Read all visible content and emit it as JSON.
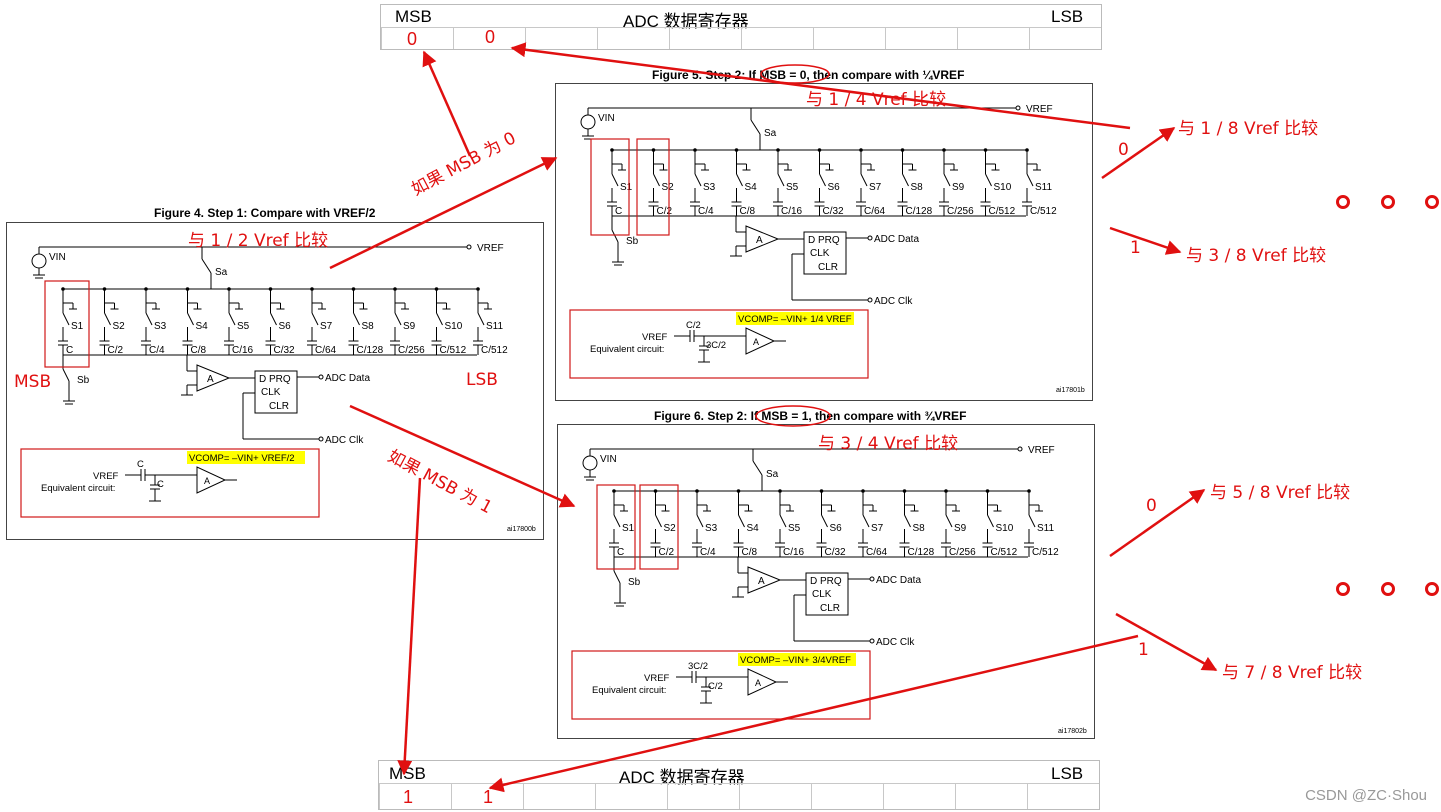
{
  "register_top": {
    "msb": "MSB",
    "title": "ADC 数据寄存器",
    "lsb": "LSB",
    "bits": [
      "0",
      "0"
    ]
  },
  "register_bottom": {
    "msb": "MSB",
    "title": "ADC 数据寄存器",
    "lsb": "LSB",
    "bits": [
      "1",
      "1"
    ]
  },
  "fig4": {
    "caption": "Figure 4. Step 1: Compare with VREF/2",
    "annotation": "与 1 / 2 Vref 比较",
    "msb_label": "MSB",
    "lsb_label": "LSB",
    "vin": "VIN",
    "vref": "VREF",
    "sa": "Sa",
    "sb": "Sb",
    "switches": [
      "S1",
      "S2",
      "S3",
      "S4",
      "S5",
      "S6",
      "S7",
      "S8",
      "S9",
      "S10",
      "S11"
    ],
    "caps": [
      "C",
      "C/2",
      "C/4",
      "C/8",
      "C/16",
      "C/32",
      "C/64",
      "C/128",
      "C/256",
      "C/512",
      "C/512"
    ],
    "amp": "A",
    "dff": "D PRQ",
    "clk": "CLK",
    "clr": "CLR",
    "adc_data": "ADC Data",
    "adc_clk": "ADC Clk",
    "eq_vref": "VREF",
    "eq_label": "Equivalent circuit:",
    "eq_c1": "C",
    "eq_c2": "C",
    "vcomp": "VCOMP= –VIN+ VREF/2",
    "id": "ai17800b"
  },
  "fig5": {
    "caption": "Figure 5. Step 2: If MSB = 0, then compare with ¼VREF",
    "annotation": "与 1 / 4 Vref 比较",
    "vin": "VIN",
    "vref": "VREF",
    "sa": "Sa",
    "sb": "Sb",
    "switches": [
      "S1",
      "S2",
      "S3",
      "S4",
      "S5",
      "S6",
      "S7",
      "S8",
      "S9",
      "S10",
      "S11"
    ],
    "caps": [
      "C",
      "C/2",
      "C/4",
      "C/8",
      "C/16",
      "C/32",
      "C/64",
      "C/128",
      "C/256",
      "C/512",
      "C/512"
    ],
    "amp": "A",
    "dff": "D PRQ",
    "clk": "CLK",
    "clr": "CLR",
    "adc_data": "ADC Data",
    "adc_clk": "ADC Clk",
    "eq_vref": "VREF",
    "eq_label": "Equivalent circuit:",
    "eq_c1": "C/2",
    "eq_c2": "3C/2",
    "vcomp": "VCOMP= –VIN+ 1/4 VREF",
    "id": "ai17801b"
  },
  "fig6": {
    "caption": "Figure 6. Step 2: If MSB = 1, then compare with ¾VREF",
    "annotation": "与 3 / 4 Vref  比较",
    "vin": "VIN",
    "vref": "VREF",
    "sa": "Sa",
    "sb": "Sb",
    "switches": [
      "S1",
      "S2",
      "S3",
      "S4",
      "S5",
      "S6",
      "S7",
      "S8",
      "S9",
      "S10",
      "S11"
    ],
    "caps": [
      "C",
      "C/2",
      "C/4",
      "C/8",
      "C/16",
      "C/32",
      "C/64",
      "C/128",
      "C/256",
      "C/512",
      "C/512"
    ],
    "amp": "A",
    "dff": "D PRQ",
    "clk": "CLK",
    "clr": "CLR",
    "adc_data": "ADC Data",
    "adc_clk": "ADC Clk",
    "eq_vref": "VREF",
    "eq_label": "Equivalent circuit:",
    "eq_c1": "3C/2",
    "eq_c2": "C/2",
    "vcomp": "VCOMP= –VIN+ 3/4VREF",
    "id": "ai17802b"
  },
  "annotations": {
    "if_msb_0": "如果 MSB 为 0",
    "if_msb_1": "如果 MSB 为 1",
    "cmp_1_8": "与 1 / 8 Vref 比较",
    "cmp_3_8": "与 3 / 8 Vref 比较",
    "cmp_5_8": "与 5 / 8 Vref 比较",
    "cmp_7_8": "与 7 / 8 Vref 比较",
    "bit0_a": "0",
    "bit1_a": "1",
    "bit0_b": "0",
    "bit1_b": "1",
    "ellipsis": "。。。"
  },
  "watermark": "CSDN @ZC·Shou"
}
